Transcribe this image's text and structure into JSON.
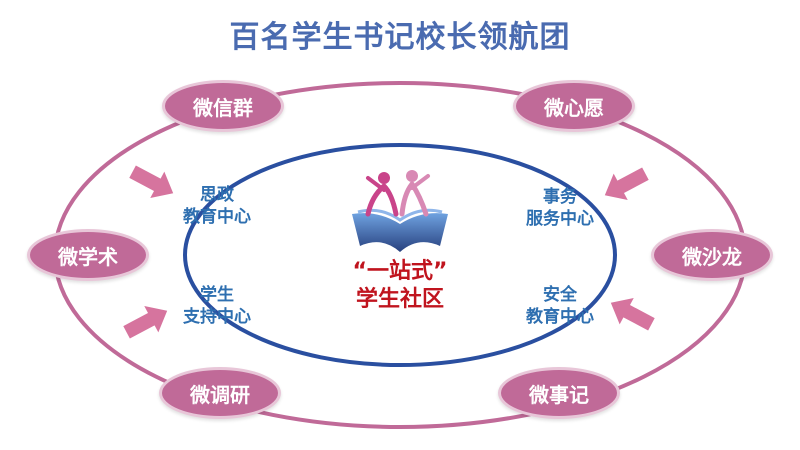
{
  "title": "百名学生书记校长领航团",
  "outer_nodes": {
    "top_left": "微信群",
    "top_right": "微心愿",
    "left": "微学术",
    "right": "微沙龙",
    "bottom_left": "微调研",
    "bottom_right": "微事记"
  },
  "centers": {
    "top_left": {
      "line1": "思政",
      "line2": "教育中心"
    },
    "top_right": {
      "line1": "事务",
      "line2": "服务中心"
    },
    "bottom_left": {
      "line1": "学生",
      "line2": "支持中心"
    },
    "bottom_right": {
      "line1": "安全",
      "line2": "教育中心"
    }
  },
  "hub": {
    "line1": "“一站式”",
    "line2": "学生社区"
  },
  "colors": {
    "title": "#4a6bb0",
    "outer_ring": "#c06a98",
    "node_fill": "#c06a98",
    "inner_ring": "#2a4fa0",
    "center_text": "#2e6fb0",
    "hub_text": "#c0141e",
    "arrow": "#d6749e"
  }
}
